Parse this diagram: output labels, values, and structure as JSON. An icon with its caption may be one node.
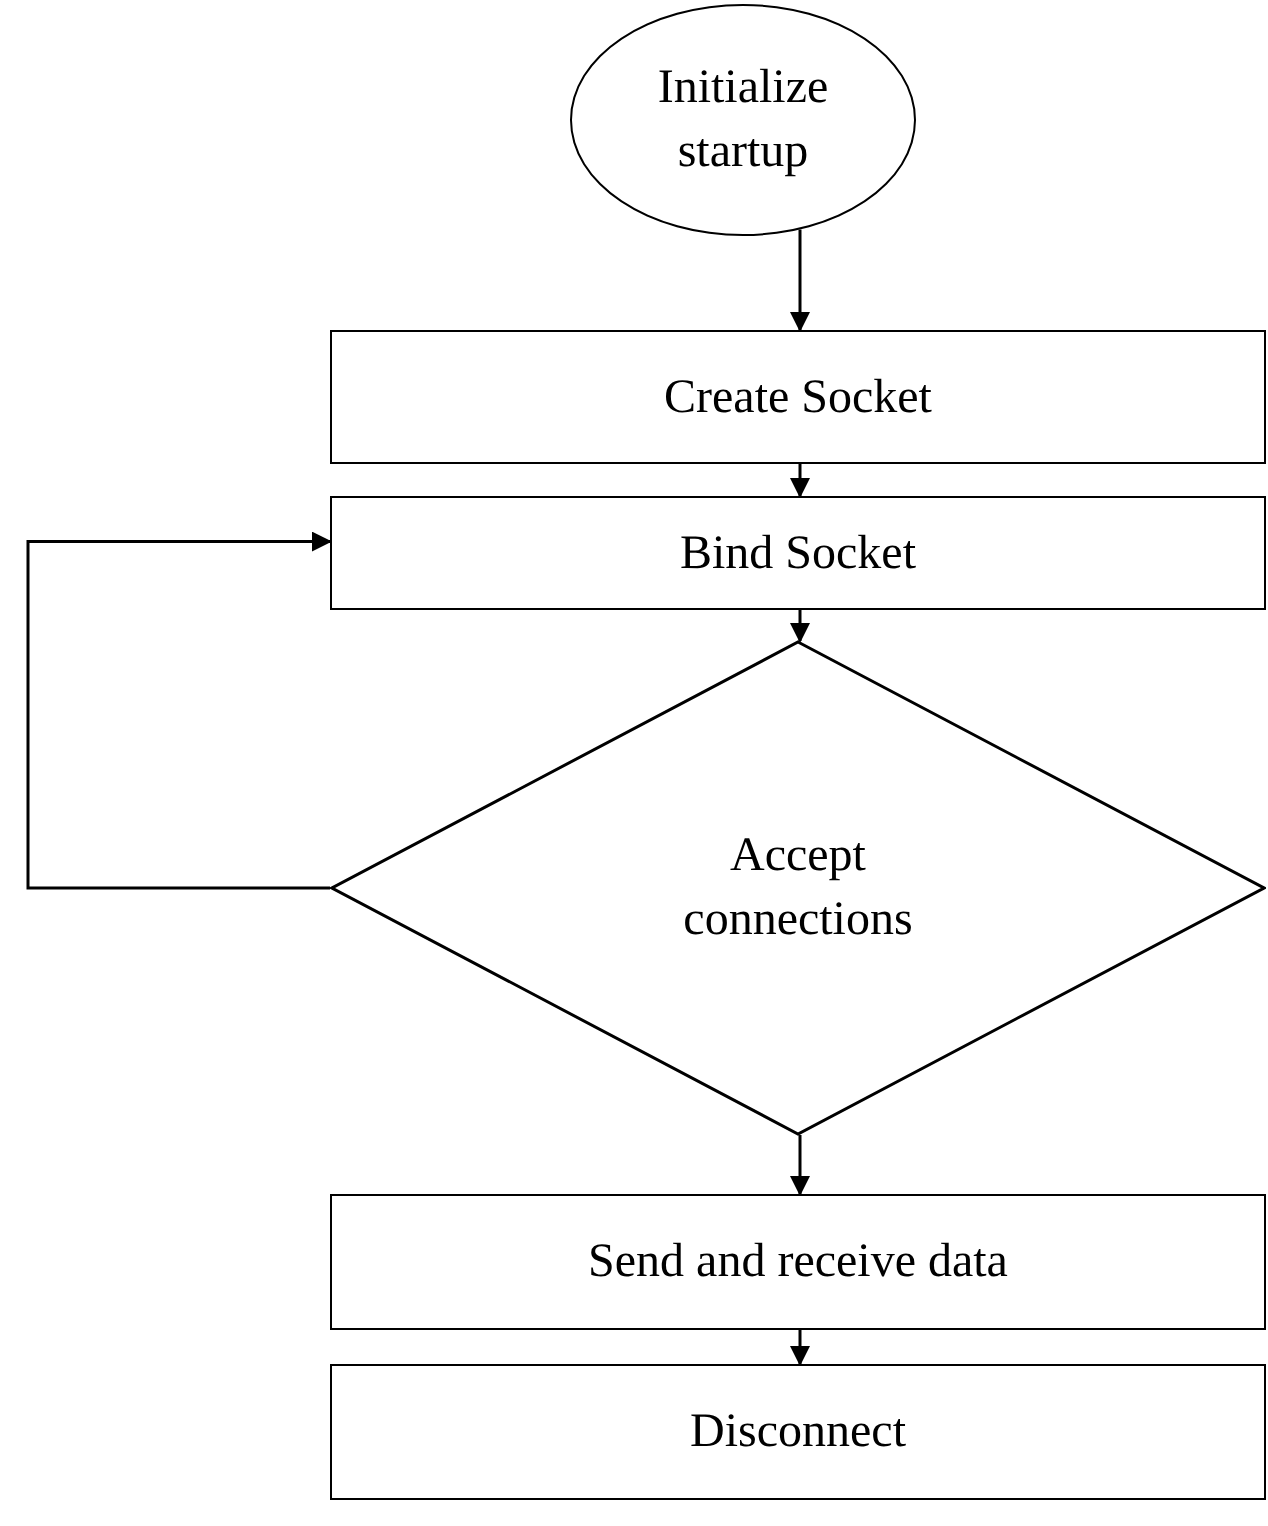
{
  "diagram": {
    "nodes": [
      {
        "text": [
          "Initialize startup"
        ]
      },
      {
        "text": [
          "Create Socket"
        ]
      },
      {
        "text": [
          "Bind Socket"
        ]
      },
      {
        "text": [
          "Accept connections"
        ]
      },
      {
        "text": [
          "Send and receive data"
        ]
      },
      {
        "text": [
          "Disconnect"
        ]
      }
    ],
    "edges": [
      {
        "from": 0,
        "to": 1,
        "arrow": "to"
      },
      {
        "from": 1,
        "to": 2,
        "arrow": "to"
      },
      {
        "from": 2,
        "to": 3,
        "arrow": "to"
      },
      {
        "from": 3,
        "to": 2,
        "arrow": "to"
      },
      {
        "from": 3,
        "to": 4,
        "arrow": "to"
      },
      {
        "from": 4,
        "to": 5,
        "arrow": "to"
      }
    ]
  }
}
